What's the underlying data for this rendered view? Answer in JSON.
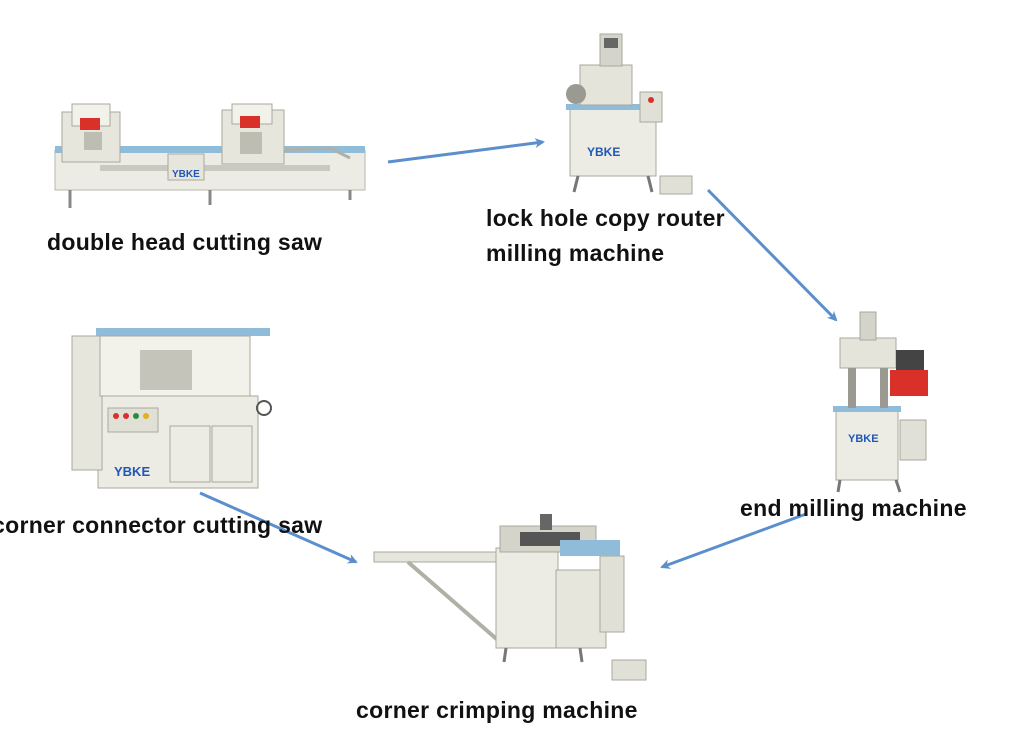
{
  "diagram": {
    "brand": "YBKE",
    "colors": {
      "arrow": "#5b8fcc",
      "body": "#e9e9e0",
      "trim": "#8fbcd9",
      "brand": "#1f57b8",
      "accent": "#d9302a",
      "label": "#111111"
    },
    "nodes": [
      {
        "id": "double-head-cutting-saw",
        "label": "double head cutting saw"
      },
      {
        "id": "lock-hole-copy-router",
        "label_lines": [
          "lock hole copy router",
          "milling machine"
        ]
      },
      {
        "id": "end-milling-machine",
        "label": "end milling machine"
      },
      {
        "id": "corner-connector-cutting-saw",
        "label": "corner connector cutting saw"
      },
      {
        "id": "corner-crimping-machine",
        "label": "corner crimping machine"
      }
    ],
    "edges": [
      {
        "from": "double-head-cutting-saw",
        "to": "lock-hole-copy-router"
      },
      {
        "from": "lock-hole-copy-router",
        "to": "end-milling-machine"
      },
      {
        "from": "end-milling-machine",
        "to": "corner-crimping-machine"
      },
      {
        "from": "corner-connector-cutting-saw",
        "to": "corner-crimping-machine"
      }
    ]
  }
}
